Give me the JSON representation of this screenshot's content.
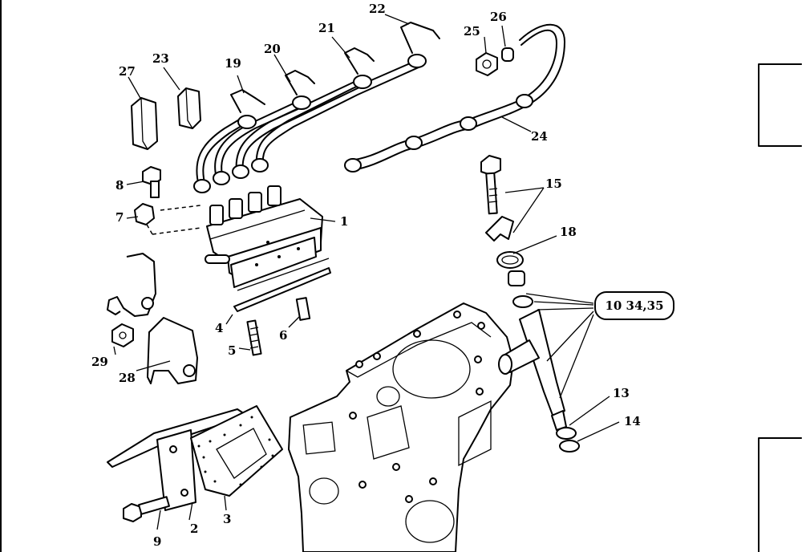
{
  "callouts": {
    "c1": "1",
    "c2": "2",
    "c3": "3",
    "c4": "4",
    "c5": "5",
    "c6": "6",
    "c7": "7",
    "c8": "8",
    "c9": "9",
    "c13": "13",
    "c14": "14",
    "c15": "15",
    "c18": "18",
    "c19": "19",
    "c20": "20",
    "c21": "21",
    "c22": "22",
    "c23": "23",
    "c24": "24",
    "c25": "25",
    "c26": "26",
    "c27": "27",
    "c28": "28",
    "c29": "29"
  },
  "reference_box": "10 34,35",
  "colors": {
    "ink": "#000000",
    "paper": "#ffffff"
  }
}
